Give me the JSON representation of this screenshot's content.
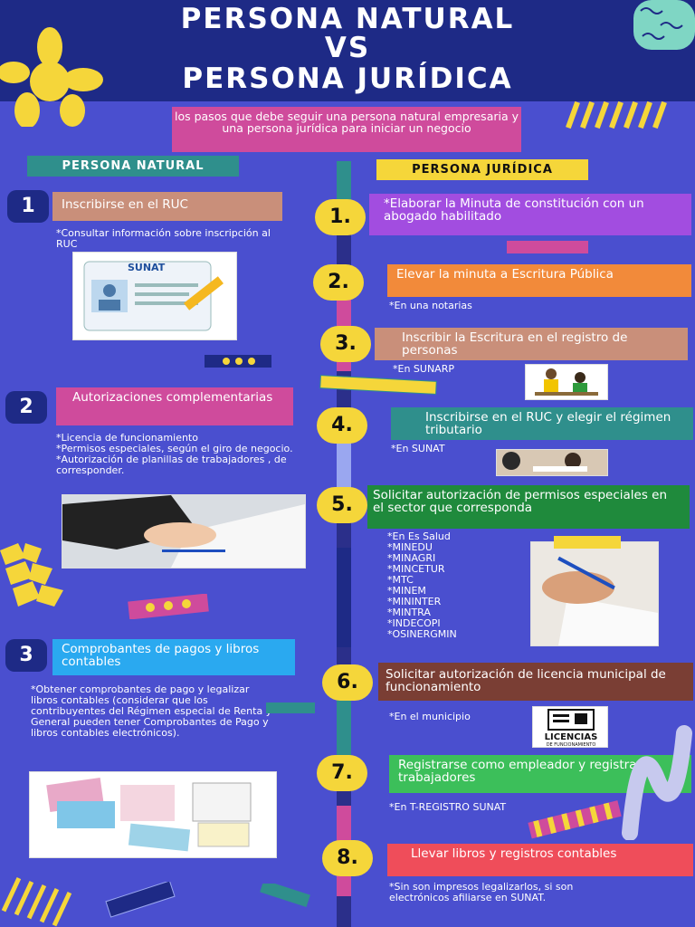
{
  "title": {
    "line1": "PERSONA NATURAL",
    "line2": "VS",
    "line3": "PERSONA JURÍDICA"
  },
  "intro": "los pasos que debe seguir una persona natural empresaria y una persona jurídica para iniciar un negocio",
  "colors": {
    "background": "#4a4fcf",
    "navy": "#1e2a86",
    "yellow": "#f5d63a",
    "teal": "#2f8f8c",
    "pink": "#cf4b9c"
  },
  "natural": {
    "heading": "PERSONA NATURAL",
    "steps": [
      {
        "num": "1",
        "label": "Inscribirse en el RUC",
        "note": "*Consultar información sobre inscripción al RUC",
        "color": "#c98f7a"
      },
      {
        "num": "2",
        "label": "Autorizaciones complementarias",
        "note": "*Licencia de funcionamiento\n*Permisos especiales, según el giro de negocio.\n*Autorización de planillas de trabajadores , de corresponder.",
        "color": "#cf4b9c"
      },
      {
        "num": "3",
        "label": "Comprobantes de pagos y libros contables",
        "note": "*Obtener comprobantes de pago y legalizar libros contables (considerar que los contribuyentes del Régimen especial de Renta y General pueden tener Comprobantes de Pago y libros contables electrónicos).",
        "color": "#2aa9f0"
      }
    ],
    "sunat_logo": "SUNAT"
  },
  "juridica": {
    "heading": "PERSONA JURÍDICA",
    "steps": [
      {
        "num": "1.",
        "label": "*Elaborar la Minuta de constitución con un abogado habilitado",
        "note": "",
        "color": "#a24de0"
      },
      {
        "num": "2.",
        "label": "Elevar la minuta a Escritura Pública",
        "note": "*En una notarias",
        "color": "#f28a3a"
      },
      {
        "num": "3.",
        "label": "Inscribir la Escritura en el registro de personas",
        "note": "*En SUNARP",
        "color": "#c98f7a"
      },
      {
        "num": "4.",
        "label": "Inscribirse en el RUC y elegir el régimen tributario",
        "note": "*En SUNAT",
        "color": "#2f8f8c"
      },
      {
        "num": "5.",
        "label": "Solicitar autorización de permisos especiales en el sector que corresponda",
        "note": "*En Es Salud\n*MINEDU\n*MINAGRI\n*MINCETUR\n*MTC\n*MINEM\n*MININTER\n*MINTRA\n*INDECOPI\n*OSINERGMIN",
        "color": "#1f8a3c"
      },
      {
        "num": "6.",
        "label": "Solicitar autorización de licencia municipal de funcionamiento",
        "note": "*En el municipio",
        "color": "#7a3e34"
      },
      {
        "num": "7.",
        "label": "Registrarse como empleador y registrar trabajadores",
        "note": "*En T-REGISTRO SUNAT",
        "color": "#3cbf5a"
      },
      {
        "num": "8.",
        "label": "Llevar libros y registros contables",
        "note": "*Sin son impresos legalizarlos, si son electrónicos afiliarse en SUNAT.",
        "color": "#ef4d5a"
      }
    ],
    "licencias_logo": "LICENCIAS",
    "licencias_sub": "DE FUNCIONAMIENTO"
  }
}
